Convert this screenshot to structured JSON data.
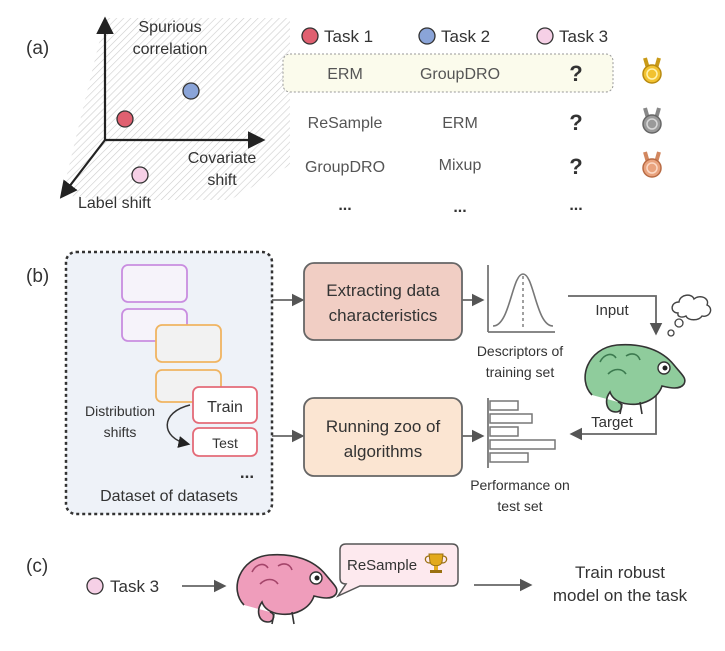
{
  "panel_a": {
    "label": "(a)",
    "axis_spurious_line1": "Spurious",
    "axis_spurious_line2": "correlation",
    "axis_covariate_line1": "Covariate",
    "axis_covariate_line2": "shift",
    "axis_label_shift": "Label shift",
    "legend": [
      {
        "label": "Task 1",
        "color": "#e06070"
      },
      {
        "label": "Task 2",
        "color": "#8aa4d8"
      },
      {
        "label": "Task 3",
        "color": "#f6d0e6"
      }
    ],
    "rows": [
      {
        "task1": "ERM",
        "task2": "GroupDRO",
        "task3": "?",
        "medal": "gold"
      },
      {
        "task1": "ReSample",
        "task2": "ERM",
        "task3": "?",
        "medal": "silver"
      },
      {
        "task1": "GroupDRO",
        "task2": "Mixup",
        "task3": "?",
        "medal": "bronze"
      },
      {
        "task1": "...",
        "task2": "...",
        "task3": "..."
      }
    ],
    "medal_colors": {
      "gold": "#f2c230",
      "silver": "#9a9a9a",
      "bronze": "#e9a37e"
    }
  },
  "panel_b": {
    "label": "(b)",
    "dataset_of_datasets": "Dataset of datasets",
    "distribution_shifts_line1": "Distribution",
    "distribution_shifts_line2": "shifts",
    "train_label": "Train",
    "test_label": "Test",
    "ellipsis": "...",
    "extract_line1": "Extracting data",
    "extract_line2": "characteristics",
    "running_line1": "Running zoo of",
    "running_line2": "algorithms",
    "descriptors_line1": "Descriptors of",
    "descriptors_line2": "training set",
    "performance_line1": "Performance on",
    "performance_line2": "test set",
    "input_label": "Input",
    "target_label": "Target",
    "colors": {
      "purple": "#c98de0",
      "orange": "#f0b461",
      "red": "#e46b78",
      "chameleon": "#8fcc9c"
    }
  },
  "panel_c": {
    "label": "(c)",
    "task_label": "Task 3",
    "bubble_text": "ReSample",
    "output_line1": "Train robust",
    "output_line2": "model on the task",
    "colors": {
      "chameleon": "#ef9dbb",
      "trophy": "#e2a91c"
    }
  }
}
